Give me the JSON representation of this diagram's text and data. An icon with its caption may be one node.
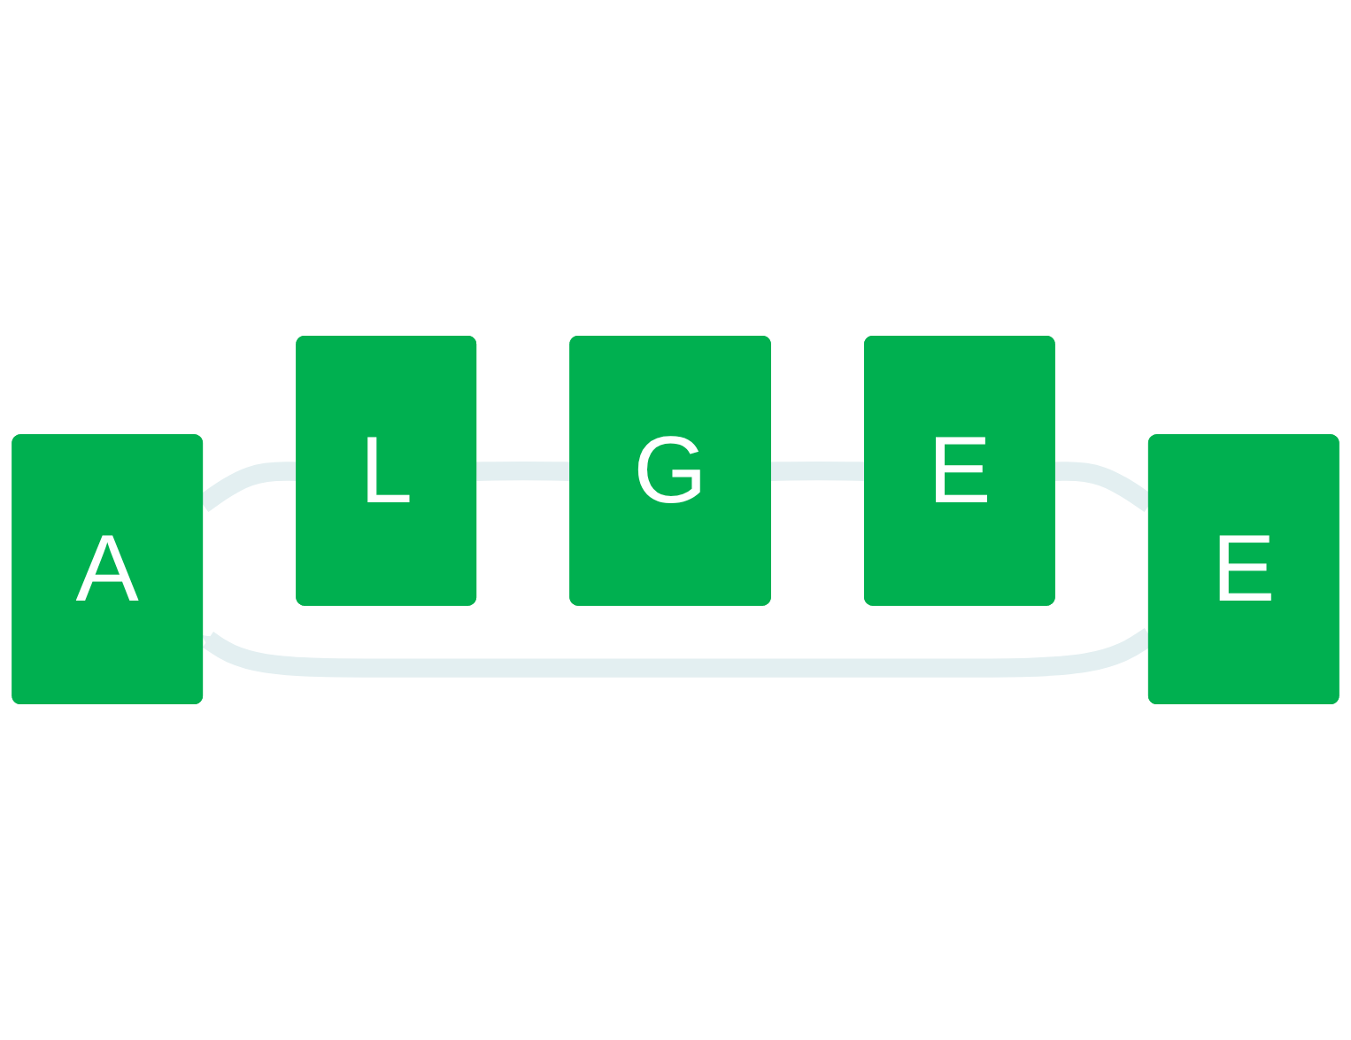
{
  "diagram": {
    "nodes": [
      {
        "text": [
          "A"
        ]
      },
      {
        "text": [
          "L"
        ]
      },
      {
        "text": [
          "G"
        ]
      },
      {
        "text": [
          "E"
        ]
      },
      {
        "text": [
          "E"
        ]
      }
    ],
    "edges": [
      {
        "from": 0,
        "to": 1,
        "arrow": "none"
      },
      {
        "from": 1,
        "to": 2,
        "arrow": "none"
      },
      {
        "from": 2,
        "to": 3,
        "arrow": "none"
      },
      {
        "from": 3,
        "to": 4,
        "arrow": "none"
      },
      {
        "from": 4,
        "to": 0,
        "arrow": "to"
      }
    ]
  }
}
